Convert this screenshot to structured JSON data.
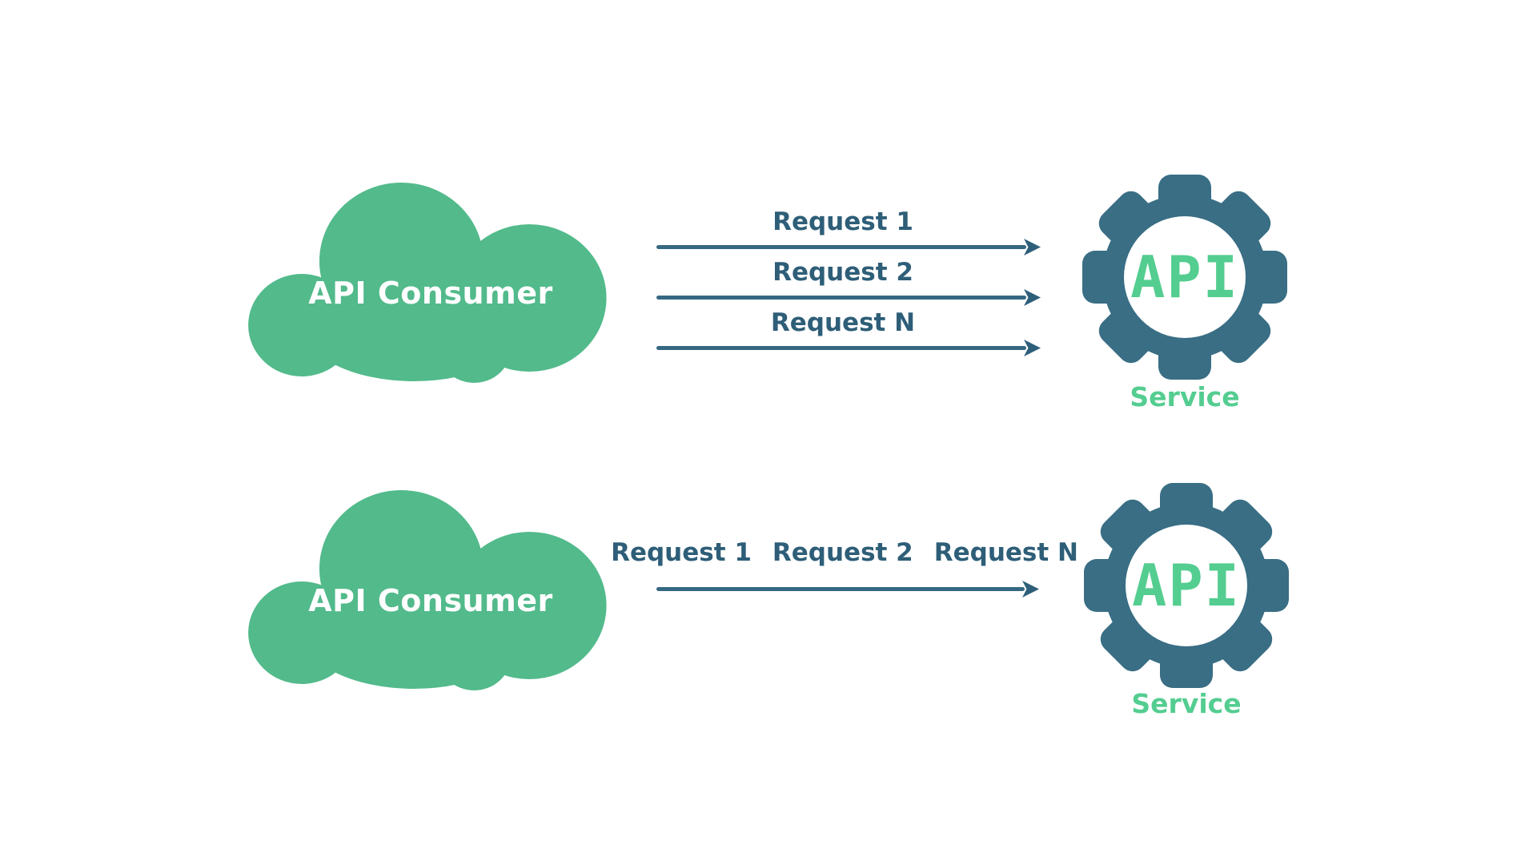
{
  "colors": {
    "background": "#ffffff",
    "cloud_green": "#52BA8B",
    "gear_teal": "#396E84",
    "accent_green": "#54CD90",
    "arrow_dark": "#2E5E78"
  },
  "top_flow": {
    "consumer_label": "API Consumer",
    "requests": [
      "Request 1",
      "Request 2",
      "Request N"
    ],
    "api_label": "API",
    "service_label": "Service"
  },
  "bottom_flow": {
    "consumer_label": "API Consumer",
    "requests": [
      "Request 1",
      "Request 2",
      "Request N"
    ],
    "api_label": "API",
    "service_label": "Service"
  }
}
